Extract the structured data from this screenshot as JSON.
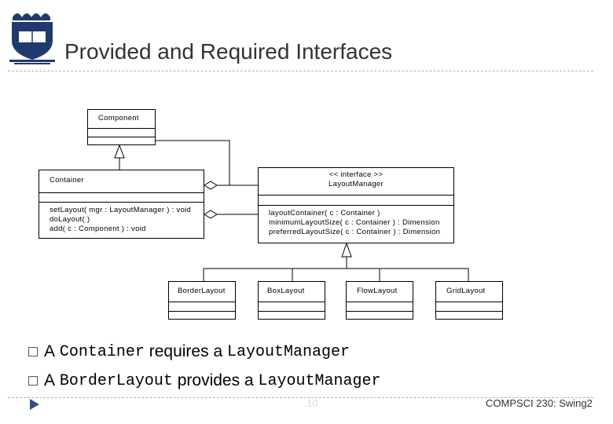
{
  "slide": {
    "title": "Provided and Required Interfaces",
    "page_number": "10",
    "course": "COMPSCI 230: Swing2"
  },
  "uml": {
    "component": {
      "name": "Component"
    },
    "container": {
      "name": "Container",
      "operations": [
        "setLayout( mgr : LayoutManager ) : void",
        "doLayout( )",
        "add( c : Component ) : void"
      ]
    },
    "layout_manager": {
      "stereotype": "<< interface >>",
      "name": "LayoutManager",
      "operations": [
        "layoutContainer( c : Container )",
        "minimumLayoutSize( c : Container ) : Dimension",
        "preferredLayoutSize( c : Container ) : Dimension"
      ]
    },
    "implementations": [
      "BorderLayout",
      "BoxLayout",
      "FlowLayout",
      "GridLayout"
    ]
  },
  "bullets": [
    {
      "prefix": "A",
      "code1": "Container",
      "verb": "requires a",
      "code2": "LayoutManager"
    },
    {
      "prefix": "A",
      "code1": "BorderLayout",
      "verb": "provides a",
      "code2": "LayoutManager"
    }
  ],
  "colors": {
    "title": "#333333",
    "logo_blue": "#1f3a6e",
    "nav_arrow": "#2f4f8f",
    "rule": "#b3b3b3"
  }
}
